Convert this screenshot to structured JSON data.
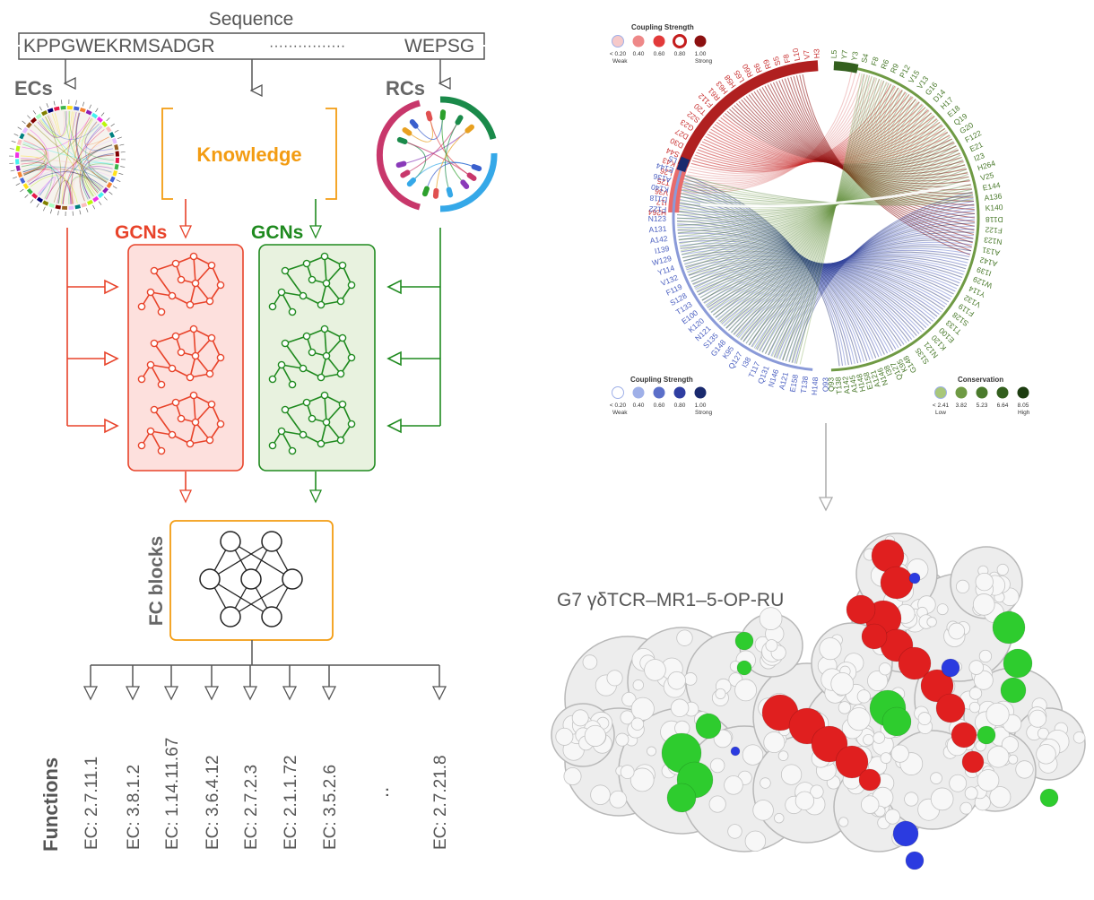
{
  "sequence": {
    "title": "Sequence",
    "head": "KPPGWEKRMSADGR",
    "dots": "················",
    "tail": "WEPSG"
  },
  "inputs": {
    "ecs_label": "ECs",
    "rcs_label": "RCs",
    "knowledge_label": "Knowledge"
  },
  "gcn_labels": {
    "left": "GCNs",
    "right": "GCNs"
  },
  "fc_label": "FC blocks",
  "functions": {
    "title": "Functions",
    "ellipsis": "..",
    "items": [
      "EC: 2.7.11.1",
      "EC: 3.8.1.2",
      "EC: 1.14.11.67",
      "EC: 3.6.4.12",
      "EC: 2.7.2.3",
      "EC: 2.1.1.72",
      "EC: 3.5.2.6",
      "EC: 2.7.21.8"
    ]
  },
  "legend_red": {
    "title": "Coupling Strength",
    "values": [
      "< 0.20",
      "0.40",
      "0.60",
      "0.80",
      "1.00"
    ],
    "low": "Weak",
    "high": "Strong",
    "colors": [
      "#f6c9c9",
      "#ee8888",
      "#e23a3a",
      "#c41d1d",
      "#8c1010"
    ]
  },
  "legend_blue": {
    "title": "Coupling Strength",
    "values": [
      "< 0.20",
      "0.40",
      "0.60",
      "0.80",
      "1.00"
    ],
    "low": "Weak",
    "high": "Strong",
    "colors": [
      "#ffffff",
      "#9fb0e8",
      "#5b6fc9",
      "#2f3ea1",
      "#1a2a6e"
    ]
  },
  "legend_green": {
    "title": "Conservation",
    "values": [
      "< 2.41",
      "3.82",
      "5.23",
      "6.64",
      "8.05"
    ],
    "low": "Low",
    "high": "High",
    "colors": [
      "#a8c77a",
      "#6f9a44",
      "#4a7a2c",
      "#335f1e",
      "#1d3d10"
    ]
  },
  "circos_labels": {
    "red": [
      "H3",
      "V7",
      "L10",
      "F8",
      "S5",
      "R9",
      "R6",
      "R60",
      "L65",
      "H58",
      "H63",
      "R61",
      "F112",
      "T20",
      "S22",
      "G23",
      "D27",
      "D30",
      "S44",
      "K43",
      "L26",
      "T25",
      "V36",
      "I17",
      "H264"
    ],
    "blue": [
      "L5",
      "E144",
      "A136",
      "K140",
      "D118",
      "F122",
      "N123",
      "A131",
      "A142",
      "I139",
      "W129",
      "Y114",
      "V132",
      "F119",
      "S128",
      "T133",
      "E100",
      "K120",
      "N121",
      "S135",
      "G148",
      "K95",
      "Q127",
      "I38",
      "T117",
      "Q131",
      "N146",
      "A121",
      "E158",
      "T138",
      "H148",
      "Q93"
    ],
    "green_right": [
      "L5",
      "Y7",
      "Y3",
      "S4",
      "F8",
      "R6",
      "R9",
      "P12",
      "V15",
      "V13",
      "G16",
      "D14",
      "H17",
      "E18",
      "Q19",
      "G20",
      "F122",
      "E21",
      "I23",
      "H264",
      "V25",
      "E144",
      "A136",
      "K140",
      "D118",
      "F122",
      "N123",
      "A131",
      "A142",
      "I139",
      "W129",
      "Y114",
      "V132",
      "F119",
      "S128",
      "T133",
      "E100",
      "K120",
      "N121",
      "S135"
    ],
    "green_bottom": [
      "G148",
      "K95",
      "Q127",
      "I38",
      "N146",
      "A121",
      "E158",
      "H148",
      "A145",
      "A142",
      "T138",
      "Q93"
    ]
  },
  "structure_title": "G7 γδTCR–MR1–5-OP-RU"
}
